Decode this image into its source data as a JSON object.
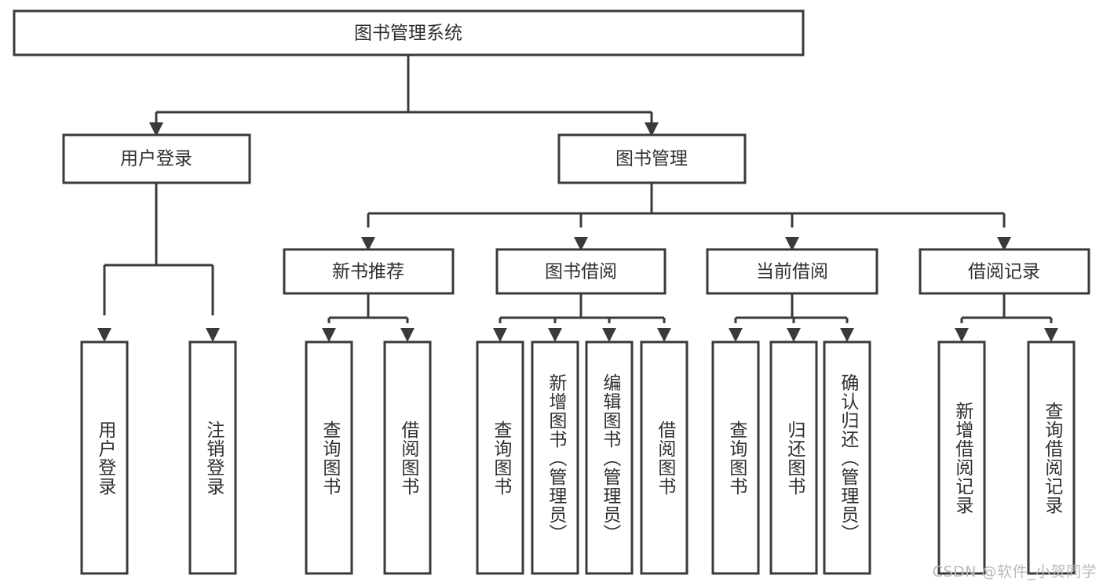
{
  "diagram": {
    "title_text": "图书管理系统",
    "type": "hierarchy-tree",
    "orientation": "top-down",
    "colors": {
      "box_stroke": "#3a3a3a",
      "box_fill": "#ffffff",
      "text": "#2f2f2f",
      "connector": "#3a3a3a",
      "watermark": "#b9b9b9",
      "background": "#ffffff"
    }
  },
  "root": {
    "label": "图书管理系统"
  },
  "level1": [
    {
      "label": "用户登录"
    },
    {
      "label": "图书管理"
    }
  ],
  "level2": [
    {
      "label": "新书推荐"
    },
    {
      "label": "图书借阅"
    },
    {
      "label": "当前借阅"
    },
    {
      "label": "借阅记录"
    }
  ],
  "leaves": {
    "user_login": [
      {
        "label": "用户登录"
      },
      {
        "label": "注销登录"
      }
    ],
    "new_book_recommend": [
      {
        "label": "查询图书"
      },
      {
        "label": "借阅图书"
      }
    ],
    "book_borrow": [
      {
        "label": "查询图书"
      },
      {
        "label": "新增图书（管理员）"
      },
      {
        "label": "编辑图书（管理员）"
      },
      {
        "label": "借阅图书"
      }
    ],
    "current_borrow": [
      {
        "label": "查询图书"
      },
      {
        "label": "归还图书"
      },
      {
        "label": "确认归还（管理员）"
      }
    ],
    "borrow_record": [
      {
        "label": "新增借阅记录"
      },
      {
        "label": "查询借阅记录"
      }
    ]
  },
  "watermark": {
    "text": "CSDN @软件_小贺同学"
  }
}
